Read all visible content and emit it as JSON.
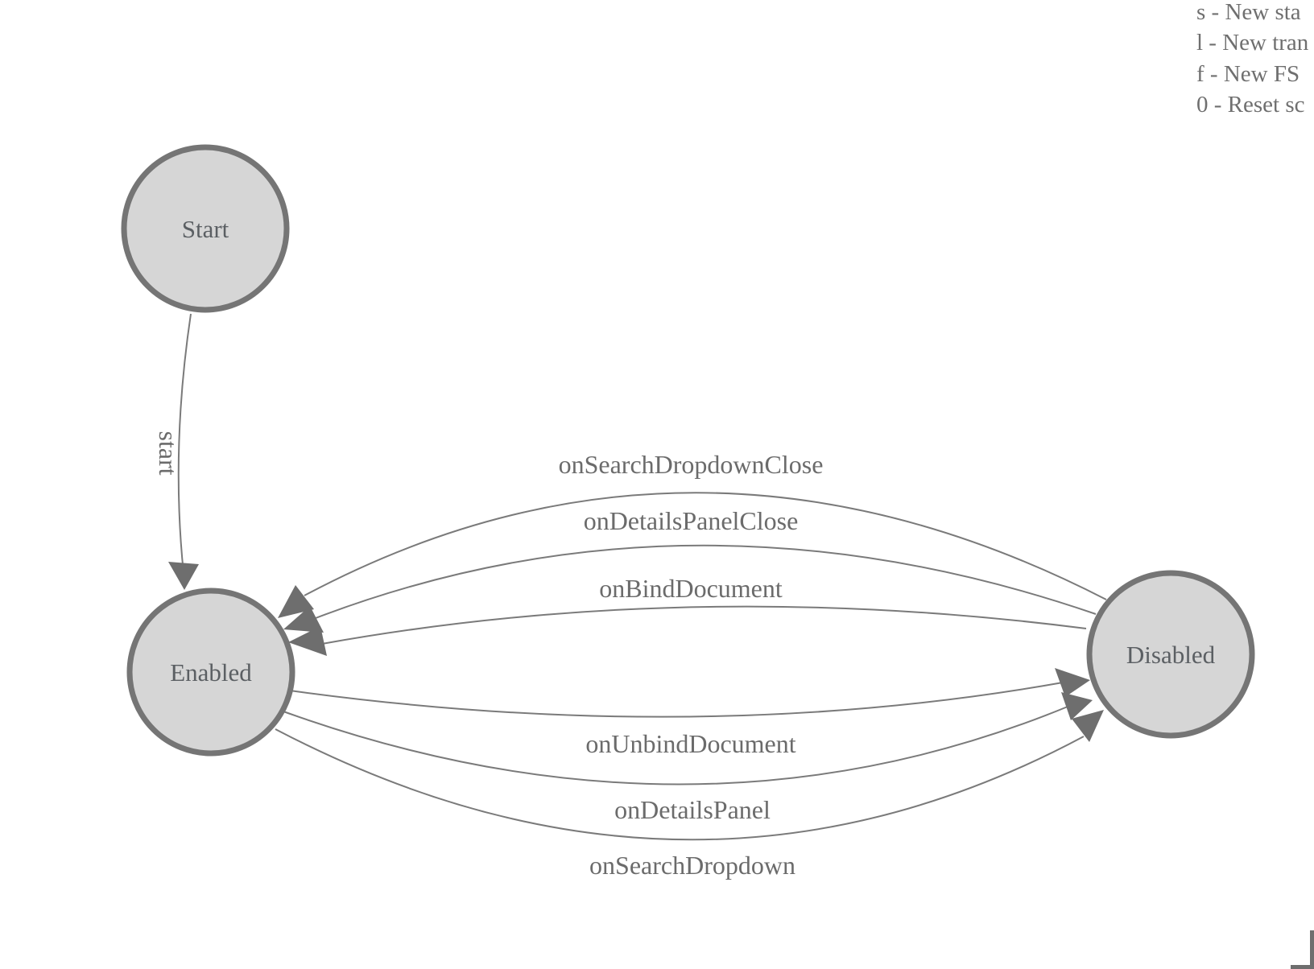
{
  "diagram": {
    "states": [
      {
        "label": "Start"
      },
      {
        "label": "Enabled"
      },
      {
        "label": "Disabled"
      }
    ],
    "transitions": [
      {
        "label": "start",
        "from": "Start",
        "to": "Enabled"
      },
      {
        "label": "onSearchDropdownClose",
        "from": "Disabled",
        "to": "Enabled"
      },
      {
        "label": "onDetailsPanelClose",
        "from": "Disabled",
        "to": "Enabled"
      },
      {
        "label": "onBindDocument",
        "from": "Disabled",
        "to": "Enabled"
      },
      {
        "label": "onUnbindDocument",
        "from": "Enabled",
        "to": "Disabled"
      },
      {
        "label": "onDetailsPanel",
        "from": "Enabled",
        "to": "Disabled"
      },
      {
        "label": "onSearchDropdown",
        "from": "Enabled",
        "to": "Disabled"
      }
    ]
  },
  "legend": {
    "items": [
      "s - New sta",
      "l - New tran",
      "f - New FS",
      "0 - Reset sc"
    ]
  },
  "colors": {
    "node_fill": "#d6d6d6",
    "node_border": "#757575",
    "node_text": "#5b5f63",
    "edge_line": "#7a7a7a",
    "edge_label": "#6b6b6b",
    "arrowhead": "#6e6e6e",
    "legend_text": "#6f6f6f",
    "frame": "#6e6e6e"
  }
}
